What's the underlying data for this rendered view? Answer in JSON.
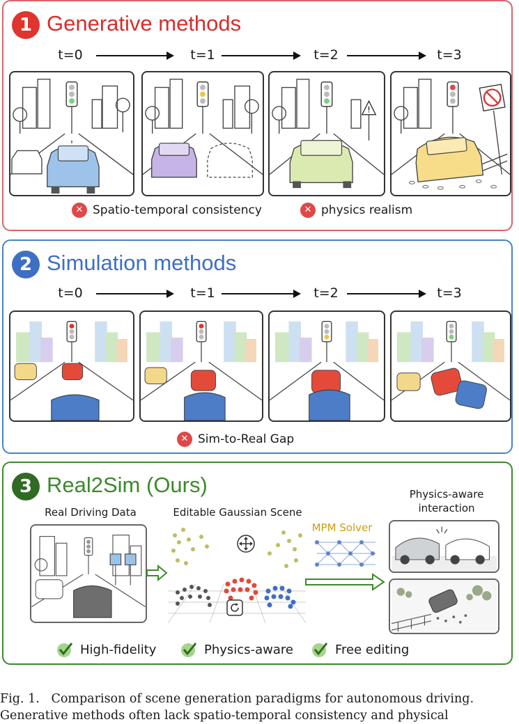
{
  "panel1": {
    "number": "1",
    "title": "Generative methods",
    "color": "#d9646a",
    "timesteps": [
      "t=0",
      "t=1",
      "t=2",
      "t=3"
    ],
    "criteria": [
      "Spatio-temporal consistency",
      "physics realism"
    ]
  },
  "panel2": {
    "number": "2",
    "title": "Simulation methods",
    "color": "#4a82c8",
    "timesteps": [
      "t=0",
      "t=1",
      "t=2",
      "t=3"
    ],
    "criteria": [
      "Sim-to-Real Gap"
    ]
  },
  "panel3": {
    "number": "3",
    "title": "Real2Sim (Ours)",
    "color": "#3b8a2a",
    "real_data_label": "Real Driving Data",
    "gaussian_label": "Editable Gaussian Scene",
    "solver_label": "MPM Solver",
    "interaction_label_1": "Physics-aware",
    "interaction_label_2": "interaction",
    "criteria": [
      "High-fidelity",
      "Physics-aware",
      "Free editing"
    ]
  },
  "caption": {
    "line1": "Fig. 1.   Comparison of scene generation paradigms for autonomous driving.",
    "line2": "Generative methods often lack spatio-temporal consistency and physical"
  },
  "icons": [
    "x-mark-icon",
    "check-mark-icon",
    "move-icon",
    "rotate-icon",
    "arrow-right-icon",
    "traffic-light-icon",
    "warning-sign-icon",
    "no-turn-sign-icon"
  ]
}
